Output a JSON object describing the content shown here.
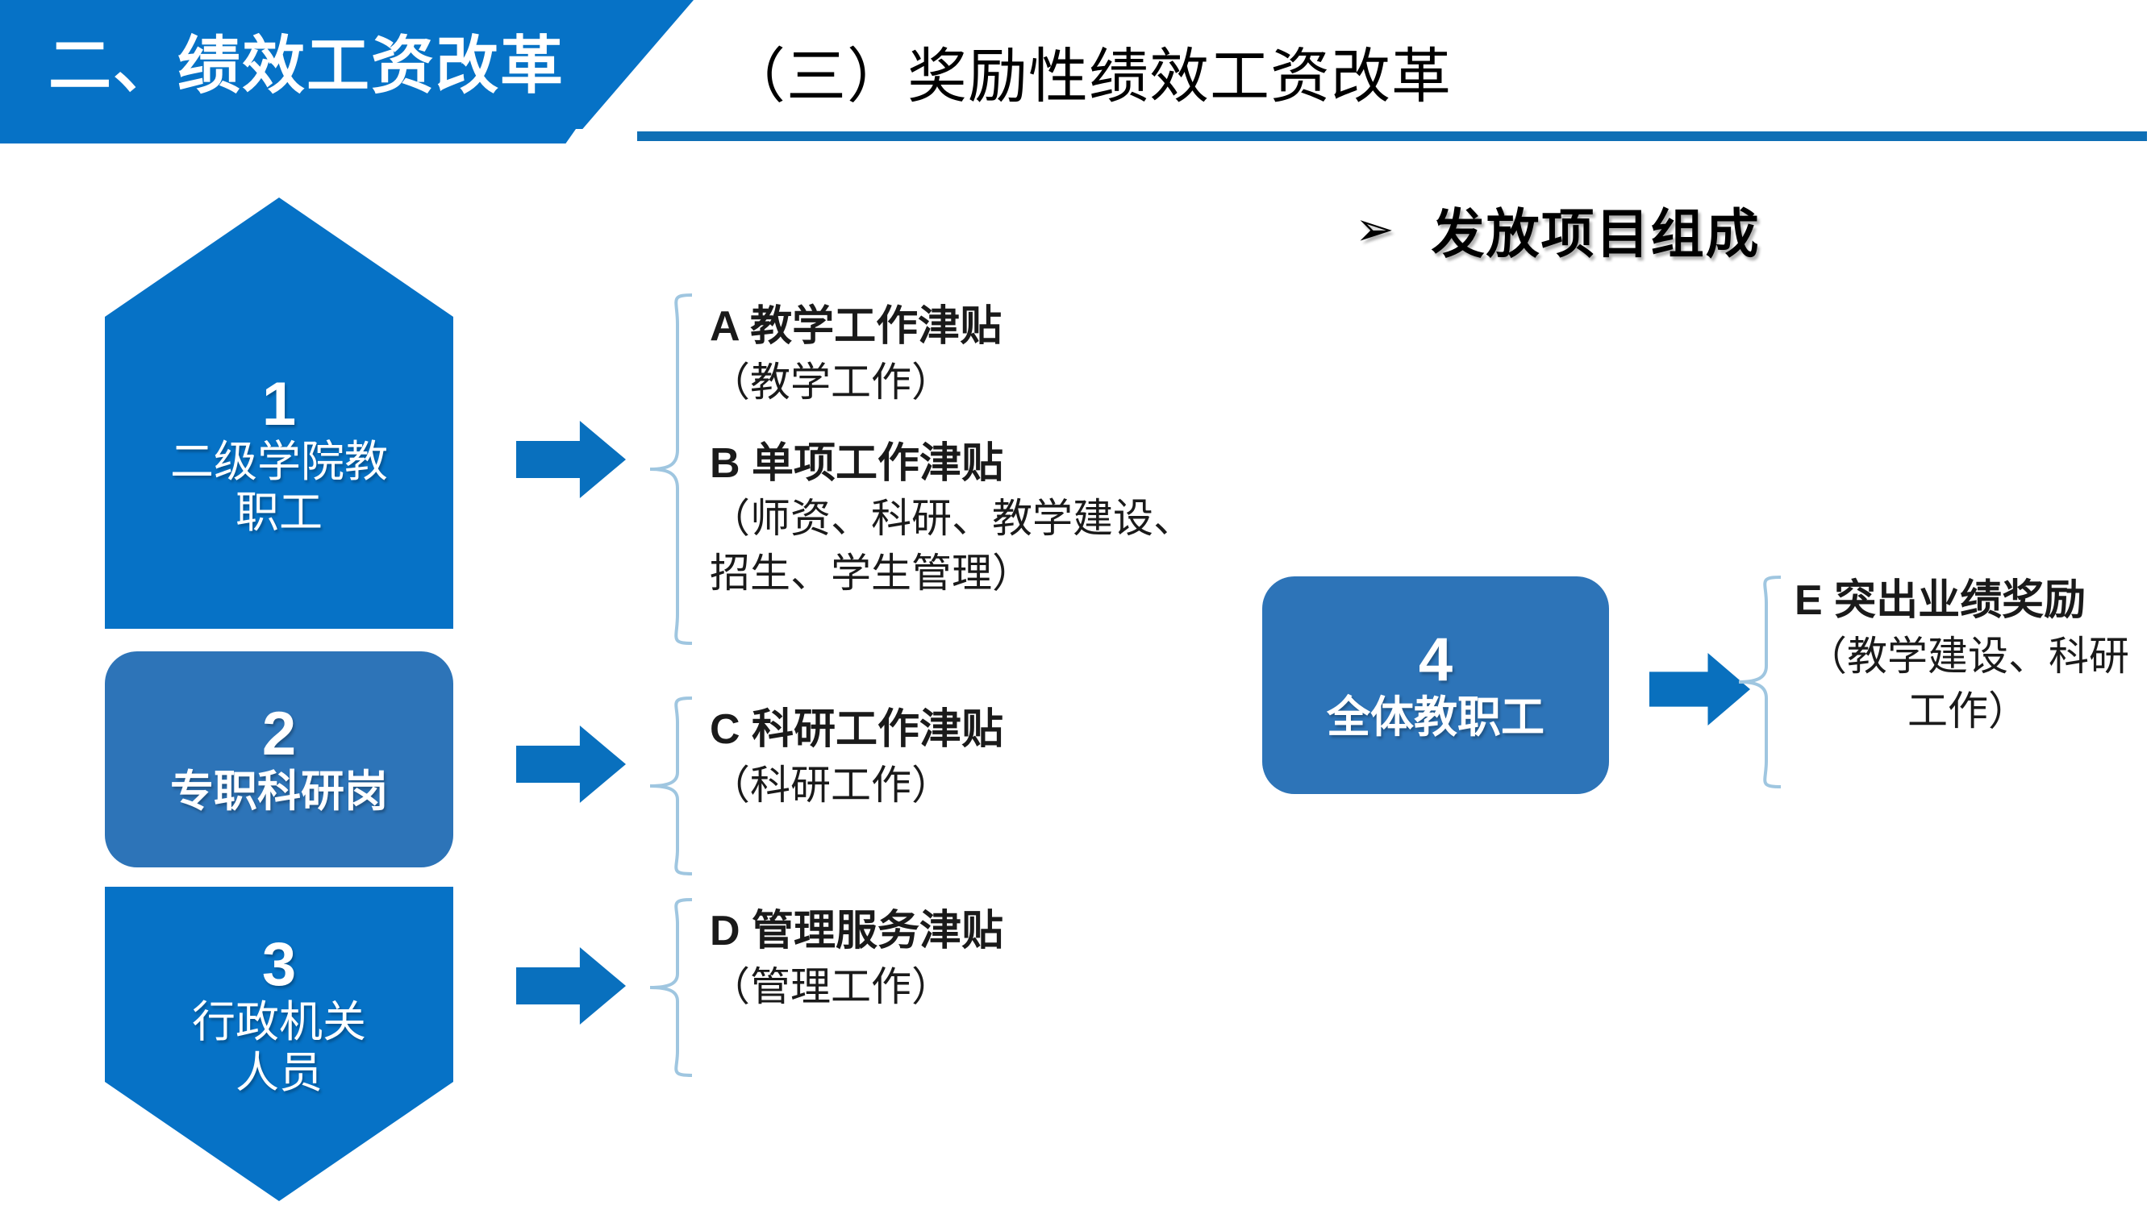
{
  "colors": {
    "brand_blue": "#0672C6",
    "box_blue": "#2D74B8",
    "arrow_blue": "#0970BE",
    "rule_blue": "#0F6FB5",
    "brace_blue": "#9FC6E0",
    "text_black": "#1a1a1a"
  },
  "header": {
    "tab_label": "二、绩效工资改革",
    "title": "（三）奖励性绩效工资改革"
  },
  "right_heading": {
    "bullet": "➢",
    "text": "发放项目组成"
  },
  "groups": [
    {
      "number": "1",
      "caption": "二级学院教\n职工",
      "caption_line1": "二级学院教",
      "caption_line2": "职工",
      "shape": "pentagon-up",
      "bold_caption": false,
      "items": [
        {
          "code": "A",
          "title": "教学工作津贴",
          "detail": "（教学工作）"
        },
        {
          "code": "B",
          "title": "单项工作津贴",
          "detail": "（师资、科研、教学建设、招生、学生管理）"
        }
      ]
    },
    {
      "number": "2",
      "caption_line1": "专职科研岗",
      "caption_line2": "",
      "shape": "rounded-rect",
      "bold_caption": true,
      "items": [
        {
          "code": "C",
          "title": "科研工作津贴",
          "detail": "（科研工作）"
        }
      ]
    },
    {
      "number": "3",
      "caption_line1": "行政机关",
      "caption_line2": "人员",
      "shape": "pentagon-down",
      "bold_caption": false,
      "items": [
        {
          "code": "D",
          "title": "管理服务津贴",
          "detail": "（管理工作）"
        }
      ]
    },
    {
      "number": "4",
      "caption_line1": "全体教职工",
      "caption_line2": "",
      "shape": "rounded-rect",
      "bold_caption": true,
      "items": [
        {
          "code": "E",
          "title": "突出业绩奖励",
          "detail": "（教学建设、科研工作）"
        }
      ]
    }
  ],
  "labels": {
    "a_title": "A  教学工作津贴",
    "a_detail": "（教学工作）",
    "b_title": "B  单项工作津贴",
    "b_detail": "（师资、科研、教学建设、招生、学生管理）",
    "c_title": "C  科研工作津贴",
    "c_detail": "（科研工作）",
    "d_title": "D 管理服务津贴",
    "d_detail": "（管理工作）",
    "e_title": "E 突出业绩奖励",
    "e_detail": "（教学建设、科研工作）"
  }
}
